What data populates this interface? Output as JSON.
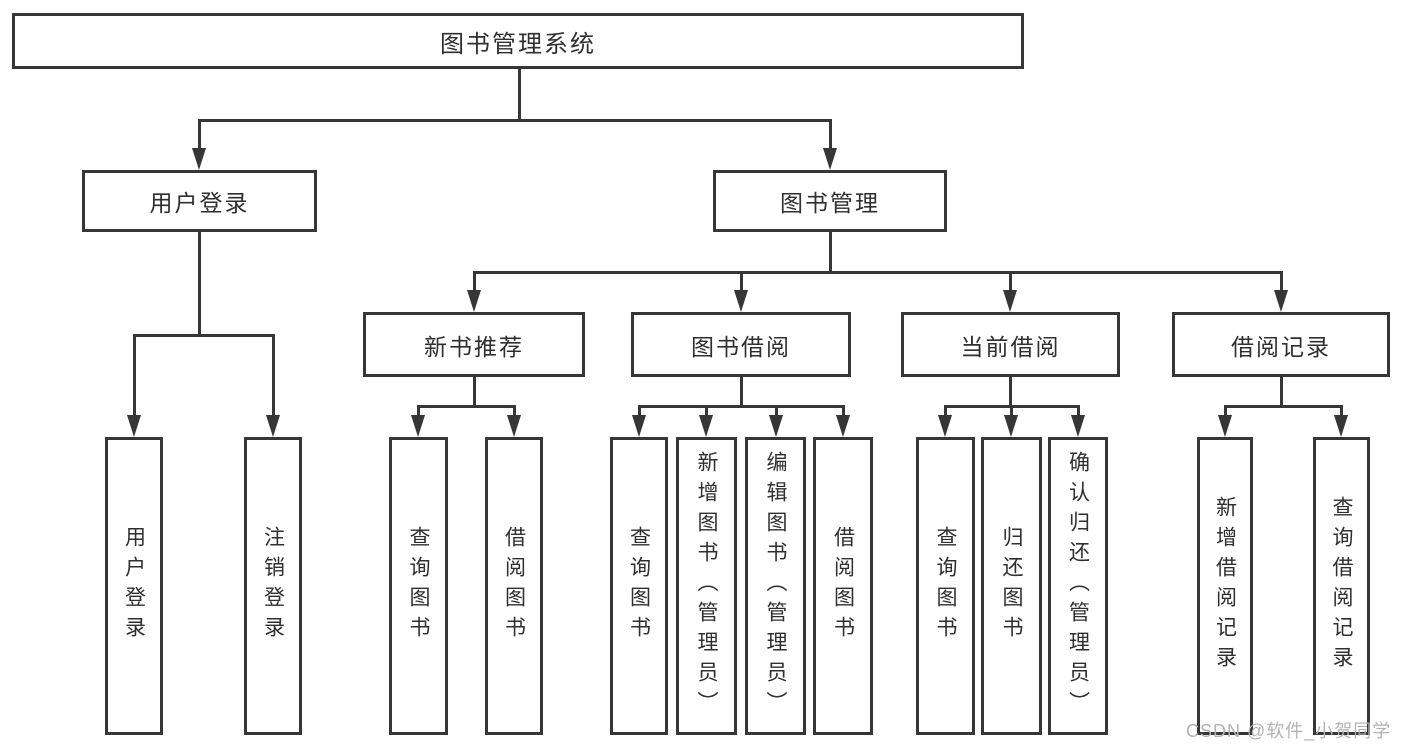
{
  "diagram": {
    "title_hint": "library-management-system-function-tree",
    "root": {
      "label": "图书管理系统"
    },
    "branches": [
      {
        "label": "用户登录",
        "children": [
          {
            "label": "用户登录"
          },
          {
            "label": "注销登录"
          }
        ]
      },
      {
        "label": "图书管理",
        "children": [
          {
            "label": "新书推荐",
            "children": [
              {
                "label": "查询图书"
              },
              {
                "label": "借阅图书"
              }
            ]
          },
          {
            "label": "图书借阅",
            "children": [
              {
                "label": "查询图书"
              },
              {
                "label": "新增图书（管理员）"
              },
              {
                "label": "编辑图书（管理员）"
              },
              {
                "label": "借阅图书"
              }
            ]
          },
          {
            "label": "当前借阅",
            "children": [
              {
                "label": "查询图书"
              },
              {
                "label": "归还图书"
              },
              {
                "label": "确认归还（管理员）"
              }
            ]
          },
          {
            "label": "借阅记录",
            "children": [
              {
                "label": "新增借阅记录"
              },
              {
                "label": "查询借阅记录"
              }
            ]
          }
        ]
      }
    ]
  },
  "watermark": {
    "text": "CSDN @软件_小贺同学"
  },
  "colors": {
    "line": "#363636",
    "text": "#2f2f2f",
    "box_fill": "#ffffff",
    "background": "#ffffff",
    "watermark": "#b3b3b3"
  }
}
